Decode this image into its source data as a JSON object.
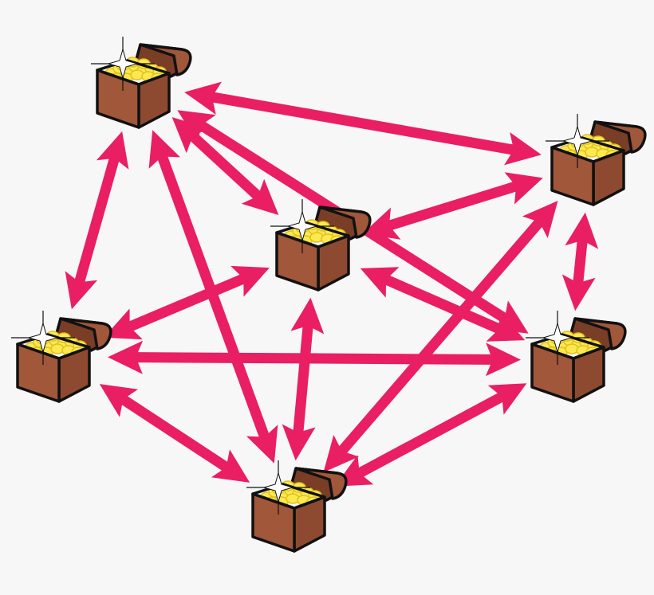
{
  "colors": {
    "background": "#f7f7f7",
    "arrow": "#e91e63",
    "chest_front": "#a0573a",
    "chest_side": "#8e4a30",
    "chest_lid_inside": "#7a3d26",
    "gold": "#fce94f",
    "gold_shadow": "#e0c020",
    "outline": "#111111",
    "sparkle": "#ffffff"
  },
  "nodes": [
    {
      "id": "chest-top-left",
      "icon": "treasure-chest-icon"
    },
    {
      "id": "chest-top-right",
      "icon": "treasure-chest-icon"
    },
    {
      "id": "chest-center",
      "icon": "treasure-chest-icon"
    },
    {
      "id": "chest-mid-left",
      "icon": "treasure-chest-icon"
    },
    {
      "id": "chest-mid-right",
      "icon": "treasure-chest-icon"
    },
    {
      "id": "chest-bottom",
      "icon": "treasure-chest-icon"
    }
  ],
  "edges": [
    {
      "from": "chest-top-left",
      "to": "chest-top-right"
    },
    {
      "from": "chest-top-left",
      "to": "chest-center"
    },
    {
      "from": "chest-top-left",
      "to": "chest-mid-left"
    },
    {
      "from": "chest-top-left",
      "to": "chest-mid-right"
    },
    {
      "from": "chest-top-left",
      "to": "chest-bottom"
    },
    {
      "from": "chest-top-right",
      "to": "chest-center"
    },
    {
      "from": "chest-top-right",
      "to": "chest-mid-right"
    },
    {
      "from": "chest-top-right",
      "to": "chest-bottom"
    },
    {
      "from": "chest-center",
      "to": "chest-mid-left"
    },
    {
      "from": "chest-center",
      "to": "chest-mid-right"
    },
    {
      "from": "chest-center",
      "to": "chest-bottom"
    },
    {
      "from": "chest-mid-left",
      "to": "chest-mid-right"
    },
    {
      "from": "chest-mid-left",
      "to": "chest-bottom"
    },
    {
      "from": "chest-mid-right",
      "to": "chest-bottom"
    }
  ]
}
